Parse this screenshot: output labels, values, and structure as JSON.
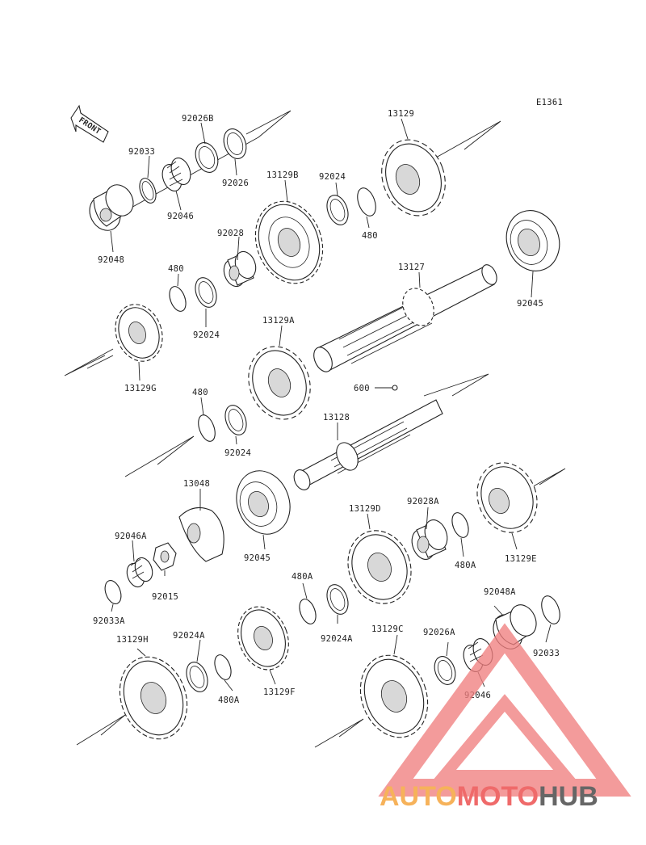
{
  "diagram_code": "E1361",
  "front_arrow_text": "FRONT",
  "labels": {
    "p92026B": "92026B",
    "p92033": "92033",
    "p92026": "92026",
    "p92046": "92046",
    "p92048": "92048",
    "p13129B": "13129B",
    "p92024_top": "92024",
    "p13129_top": "13129",
    "p92028": "92028",
    "p480_top": "480",
    "p480_a": "480",
    "p13127": "13127",
    "p92045_top": "92045",
    "p92024_b": "92024",
    "p13129A": "13129A",
    "p13129G": "13129G",
    "p480_b": "480",
    "p600": "600",
    "p13128": "13128",
    "p92024_c": "92024",
    "p13048": "13048",
    "p92046A": "92046A",
    "p92015": "92015",
    "p92045_b": "92045",
    "p92033A": "92033A",
    "p13129D": "13129D",
    "p92028A": "92028A",
    "p480A_r": "480A",
    "p13129E": "13129E",
    "p480A_m": "480A",
    "p92024A_m": "92024A",
    "p92024A_l": "92024A",
    "p13129H": "13129H",
    "p480A_l": "480A",
    "p13129F": "13129F",
    "p13129C": "13129C",
    "p92026A": "92026A",
    "p92048A": "92048A",
    "p92033_r": "92033",
    "p92046_r": "92046"
  },
  "watermark": {
    "part1": "AUTO",
    "part2": "MOTO",
    "part3": "HUB"
  },
  "colors": {
    "wm_orange": "#f6b25a",
    "wm_red": "#ef6a6a",
    "wm_gray": "#666666",
    "wm_tri": "#f07f7f"
  }
}
